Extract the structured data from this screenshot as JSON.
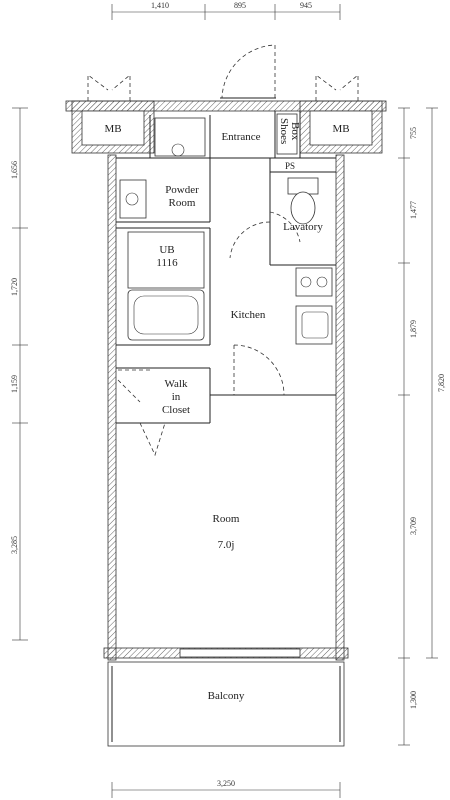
{
  "rooms": {
    "mb_left": "MB",
    "mb_right": "MB",
    "entrance": "Entrance",
    "shoes_1": "Shoes",
    "shoes_2": "Box",
    "ps": "PS",
    "powder_1": "Powder",
    "powder_2": "Room",
    "lavatory": "Lavatory",
    "ub_1": "UB",
    "ub_2": "1116",
    "kitchen": "Kitchen",
    "walkin_1": "Walk",
    "walkin_2": "in",
    "walkin_3": "Closet",
    "room": "Room",
    "room_size": "7.0j",
    "balcony": "Balcony"
  },
  "dimensions": {
    "top": [
      "1,410",
      "895",
      "945"
    ],
    "left": [
      "1,656",
      "1,720",
      "1,159",
      "3,285"
    ],
    "right": [
      "755",
      "1,477",
      "1,879",
      "3,709",
      "1,300"
    ],
    "right_total": "7,820",
    "bottom": "3,250"
  }
}
